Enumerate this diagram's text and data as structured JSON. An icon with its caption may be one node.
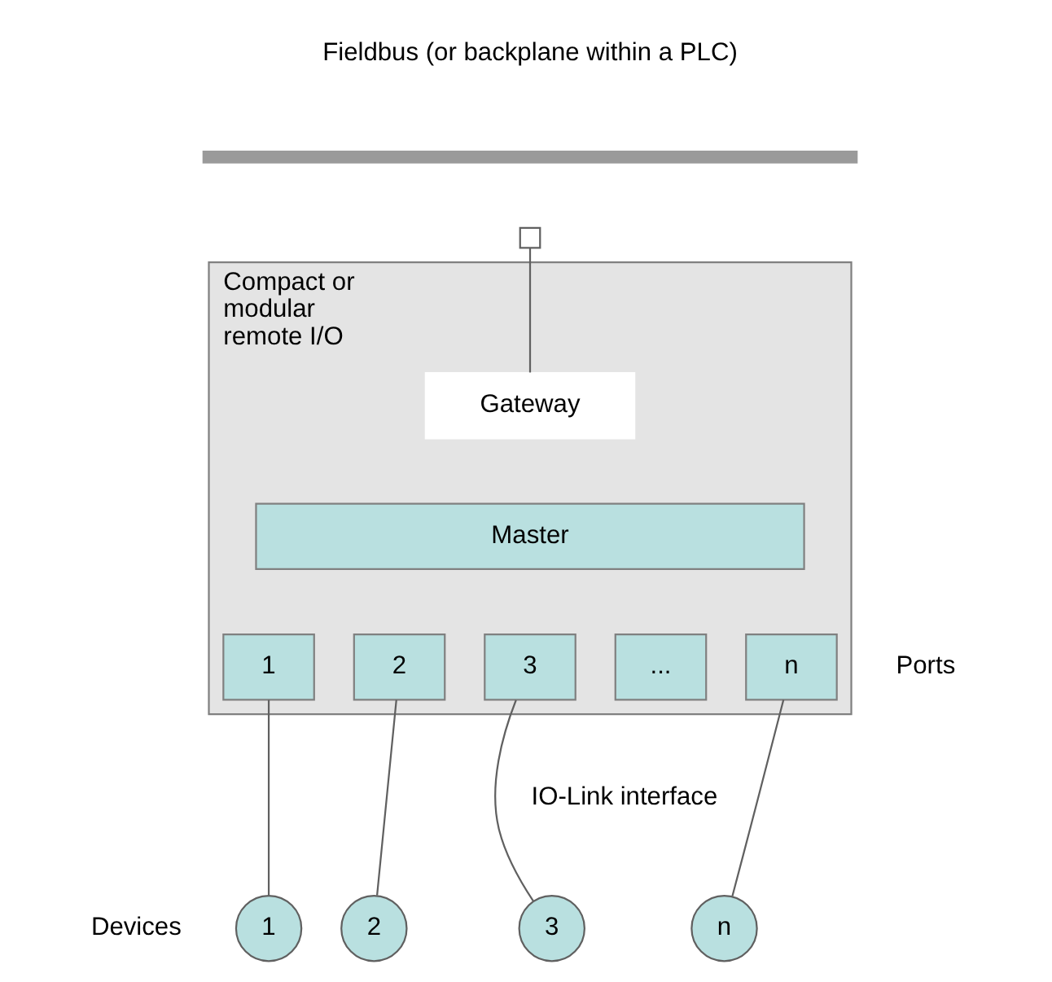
{
  "diagram": {
    "nodes": [
      {
        "text": [
          "Fieldbus (or backplane within a PLC)"
        ]
      },
      {
        "text": [],
        "shape": "box"
      },
      {
        "text": [
          "Compact or modular remote I/O"
        ]
      },
      {
        "text": [
          "Gateway"
        ],
        "in": 2
      },
      {
        "text": [
          "Master"
        ],
        "in": 2
      },
      {
        "text": [
          "1"
        ],
        "in": 2
      },
      {
        "text": [
          "2"
        ],
        "in": 2
      },
      {
        "text": [
          "3"
        ],
        "in": 2
      },
      {
        "text": [
          "..."
        ],
        "in": 2
      },
      {
        "text": [
          "n"
        ],
        "in": 2
      },
      {
        "text": [
          "1"
        ]
      },
      {
        "text": [
          "2"
        ]
      },
      {
        "text": [
          "3"
        ]
      },
      {
        "text": [
          "n"
        ]
      }
    ],
    "edges": [
      {
        "from": 1,
        "to": 3,
        "arrow": "none"
      },
      {
        "from": 5,
        "to": 10,
        "arrow": "none"
      },
      {
        "from": 6,
        "to": 11,
        "arrow": "none"
      },
      {
        "from": 7,
        "to": 12,
        "arrow": "none"
      },
      {
        "from": 9,
        "to": 13,
        "arrow": "none"
      }
    ],
    "labels": [
      "Ports",
      "IO-Link interface",
      "Devices"
    ]
  }
}
